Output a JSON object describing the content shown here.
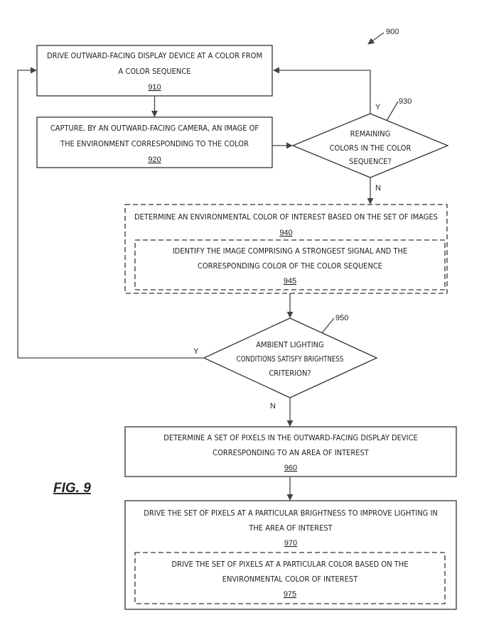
{
  "figure": {
    "ref_number": "900",
    "caption": "FIG. 9"
  },
  "steps": {
    "s910": {
      "lines": [
        "DRIVE OUTWARD-FACING DISPLAY DEVICE AT A COLOR FROM",
        "A COLOR SEQUENCE"
      ],
      "ref": "910"
    },
    "s920": {
      "lines": [
        "CAPTURE, BY AN OUTWARD-FACING CAMERA, AN IMAGE OF",
        "THE ENVIRONMENT CORRESPONDING TO THE COLOR"
      ],
      "ref": "920"
    },
    "s930": {
      "lines": [
        "REMAINING",
        "COLORS IN THE COLOR",
        "SEQUENCE?"
      ],
      "ref": "930",
      "yes_label": "Y",
      "no_label": "N"
    },
    "s940": {
      "lines": [
        "DETERMINE AN ENVIRONMENTAL COLOR OF INTEREST BASED ON THE SET OF IMAGES"
      ],
      "ref": "940"
    },
    "s945": {
      "lines": [
        "IDENTIFY THE IMAGE COMPRISING A STRONGEST SIGNAL AND THE",
        "CORRESPONDING COLOR OF THE COLOR SEQUENCE"
      ],
      "ref": "945"
    },
    "s950": {
      "lines": [
        "AMBIENT LIGHTING",
        "CONDITIONS SATISFY BRIGHTNESS",
        "CRITERION?"
      ],
      "ref": "950",
      "yes_label": "Y",
      "no_label": "N"
    },
    "s960": {
      "lines": [
        "DETERMINE A SET OF PIXELS IN THE OUTWARD-FACING DISPLAY DEVICE",
        "CORRESPONDING TO AN AREA OF INTEREST"
      ],
      "ref": "960"
    },
    "s970": {
      "lines": [
        "DRIVE THE SET OF PIXELS AT A PARTICULAR BRIGHTNESS TO IMPROVE LIGHTING IN",
        "THE AREA OF INTEREST"
      ],
      "ref": "970"
    },
    "s975": {
      "lines": [
        "DRIVE THE SET OF PIXELS AT A PARTICULAR COLOR BASED ON THE",
        "ENVIRONMENTAL COLOR OF INTEREST"
      ],
      "ref": "975"
    }
  }
}
